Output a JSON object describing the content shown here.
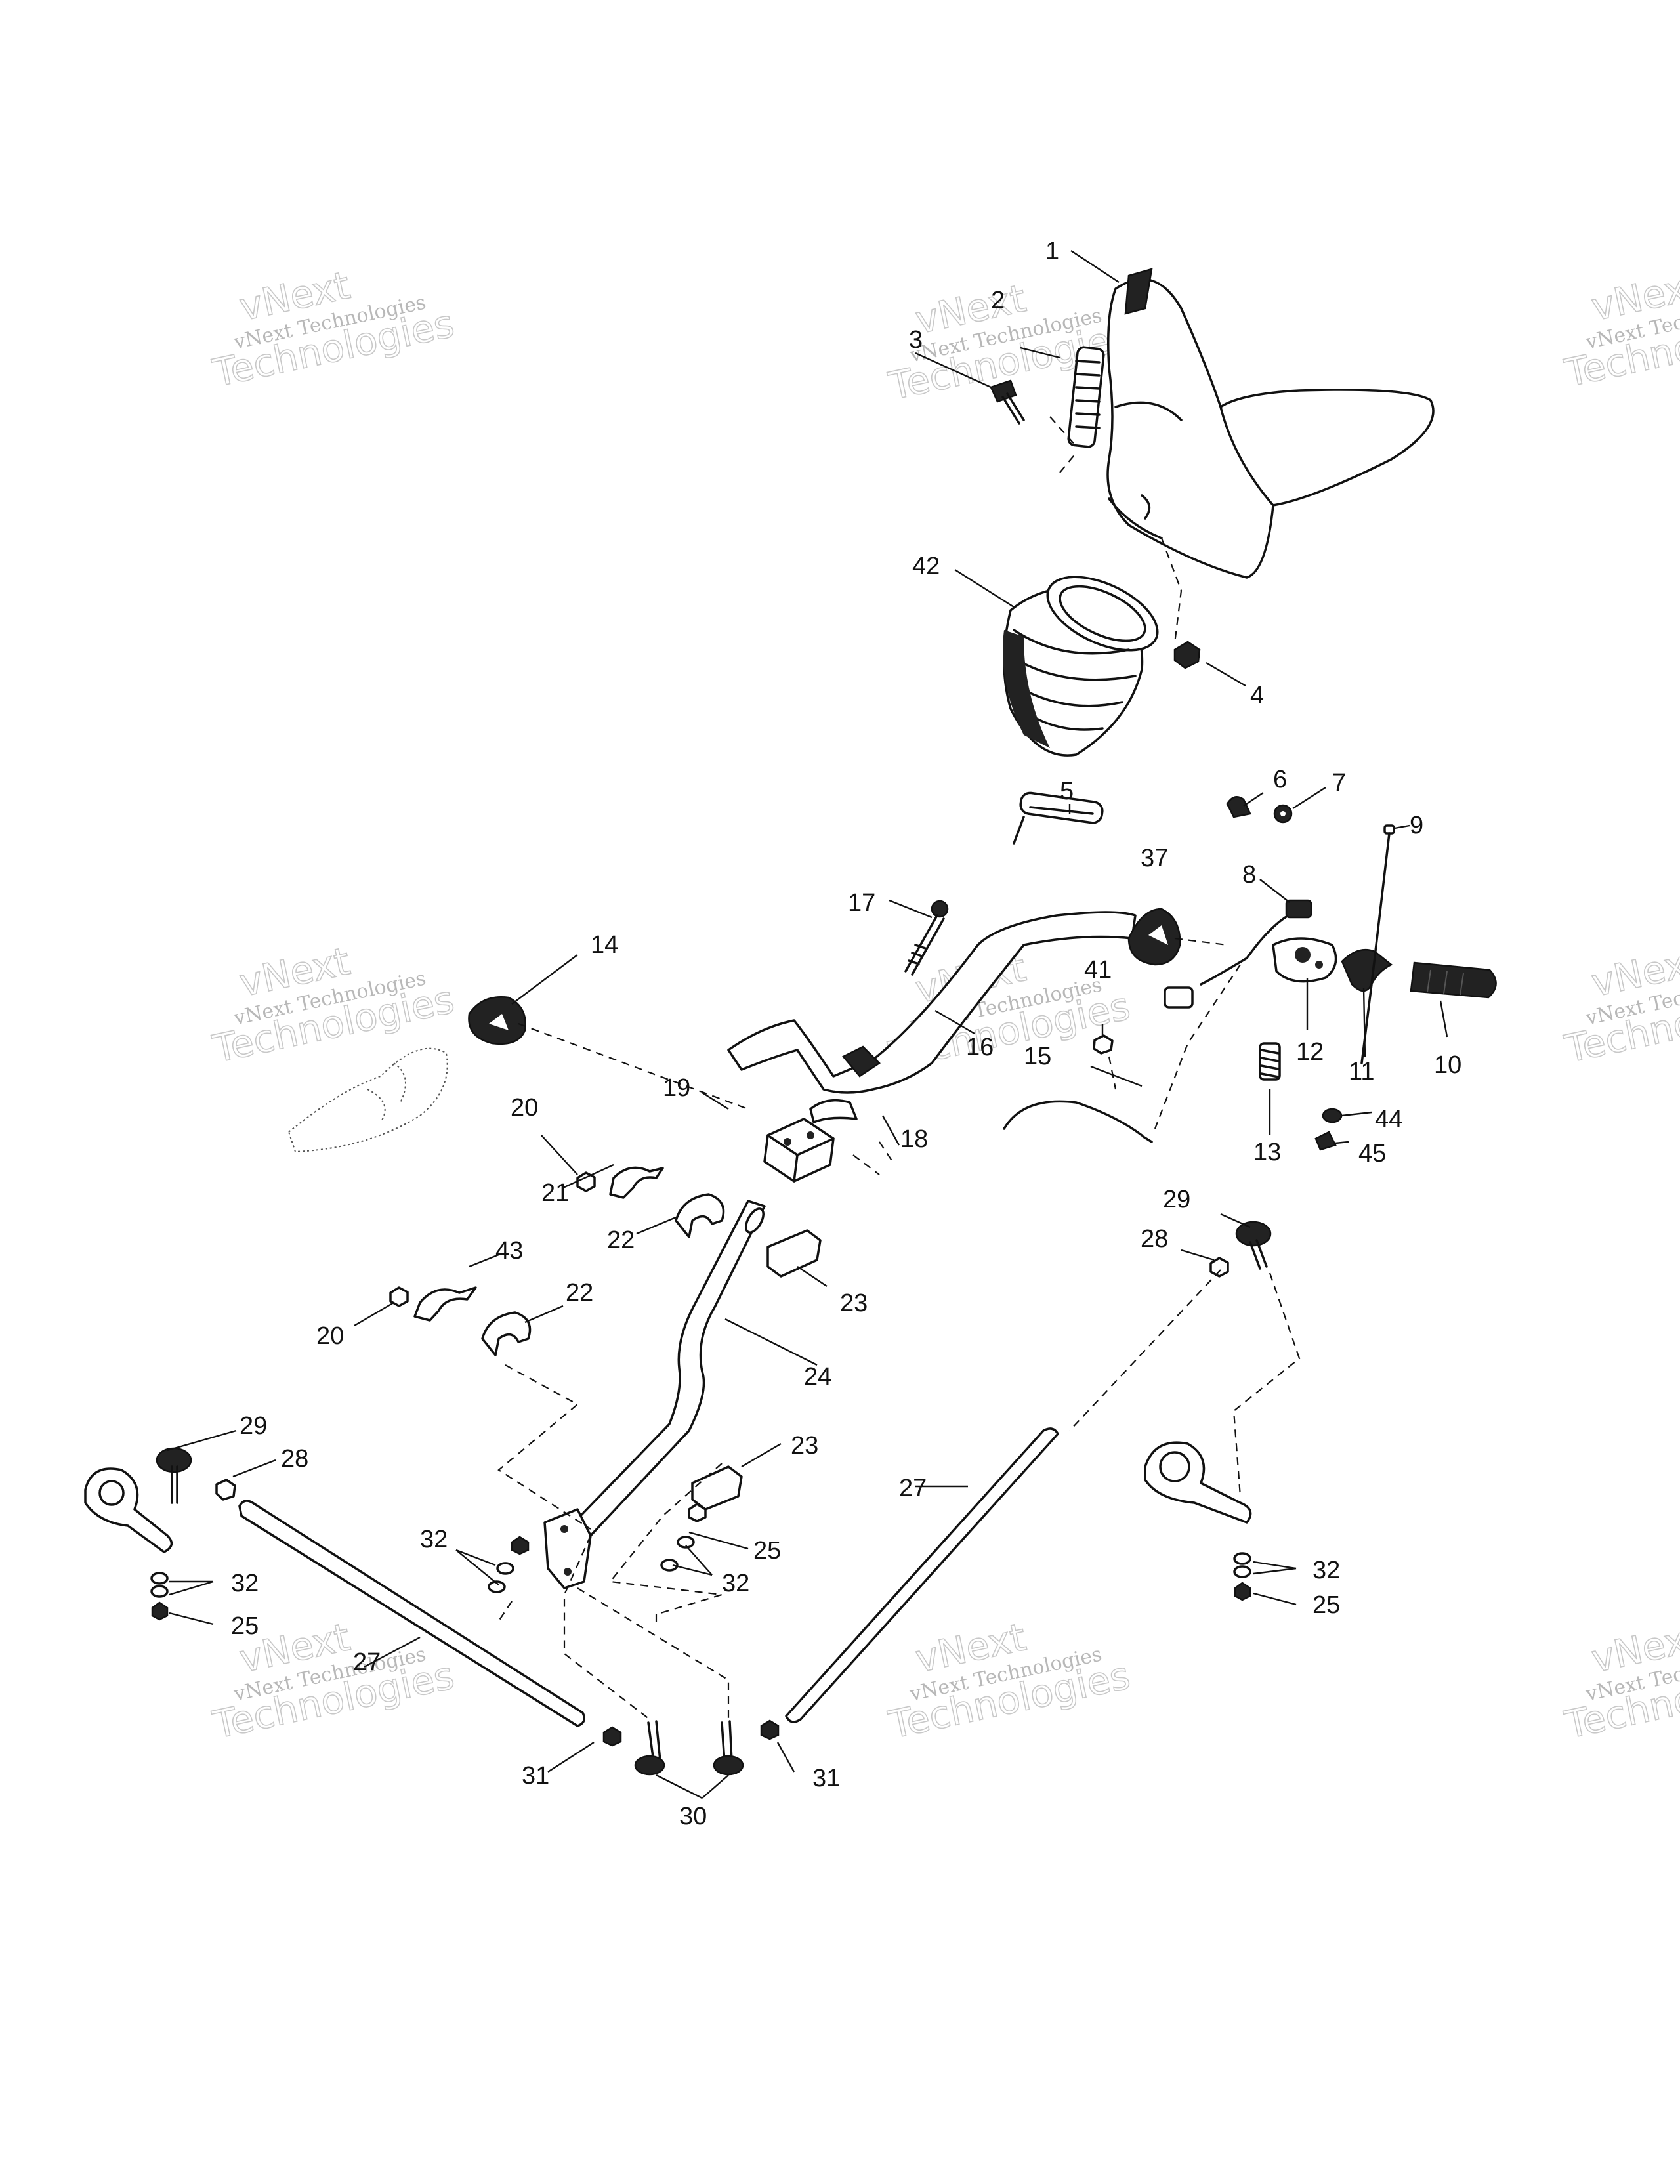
{
  "diagram": {
    "watermark": {
      "line1": "vNext",
      "line2": "vNext Technologies",
      "line3": "Technologies"
    },
    "callouts": [
      {
        "id": "c1",
        "text": "1"
      },
      {
        "id": "c2",
        "text": "2"
      },
      {
        "id": "c3",
        "text": "3"
      },
      {
        "id": "c4",
        "text": "4"
      },
      {
        "id": "c5",
        "text": "5"
      },
      {
        "id": "c6",
        "text": "6"
      },
      {
        "id": "c7",
        "text": "7"
      },
      {
        "id": "c8",
        "text": "8"
      },
      {
        "id": "c9",
        "text": "9"
      },
      {
        "id": "c10",
        "text": "10"
      },
      {
        "id": "c11",
        "text": "11"
      },
      {
        "id": "c12",
        "text": "12"
      },
      {
        "id": "c13",
        "text": "13"
      },
      {
        "id": "c14",
        "text": "14"
      },
      {
        "id": "c15",
        "text": "15"
      },
      {
        "id": "c16",
        "text": "16"
      },
      {
        "id": "c17",
        "text": "17"
      },
      {
        "id": "c18",
        "text": "18"
      },
      {
        "id": "c19",
        "text": "19"
      },
      {
        "id": "c20a",
        "text": "20"
      },
      {
        "id": "c20b",
        "text": "20"
      },
      {
        "id": "c21",
        "text": "21"
      },
      {
        "id": "c22a",
        "text": "22"
      },
      {
        "id": "c22b",
        "text": "22"
      },
      {
        "id": "c23a",
        "text": "23"
      },
      {
        "id": "c23b",
        "text": "23"
      },
      {
        "id": "c24",
        "text": "24"
      },
      {
        "id": "c25a",
        "text": "25"
      },
      {
        "id": "c25b",
        "text": "25"
      },
      {
        "id": "c25c",
        "text": "25"
      },
      {
        "id": "c27a",
        "text": "27"
      },
      {
        "id": "c27b",
        "text": "27"
      },
      {
        "id": "c28a",
        "text": "28"
      },
      {
        "id": "c28b",
        "text": "28"
      },
      {
        "id": "c29a",
        "text": "29"
      },
      {
        "id": "c29b",
        "text": "29"
      },
      {
        "id": "c30",
        "text": "30"
      },
      {
        "id": "c31a",
        "text": "31"
      },
      {
        "id": "c31b",
        "text": "31"
      },
      {
        "id": "c32a",
        "text": "32"
      },
      {
        "id": "c32b",
        "text": "32"
      },
      {
        "id": "c32c",
        "text": "32"
      },
      {
        "id": "c32d",
        "text": "32"
      },
      {
        "id": "c37",
        "text": "37"
      },
      {
        "id": "c41",
        "text": "41"
      },
      {
        "id": "c42",
        "text": "42"
      },
      {
        "id": "c43",
        "text": "43"
      },
      {
        "id": "c44",
        "text": "44"
      },
      {
        "id": "c45",
        "text": "45"
      }
    ]
  }
}
